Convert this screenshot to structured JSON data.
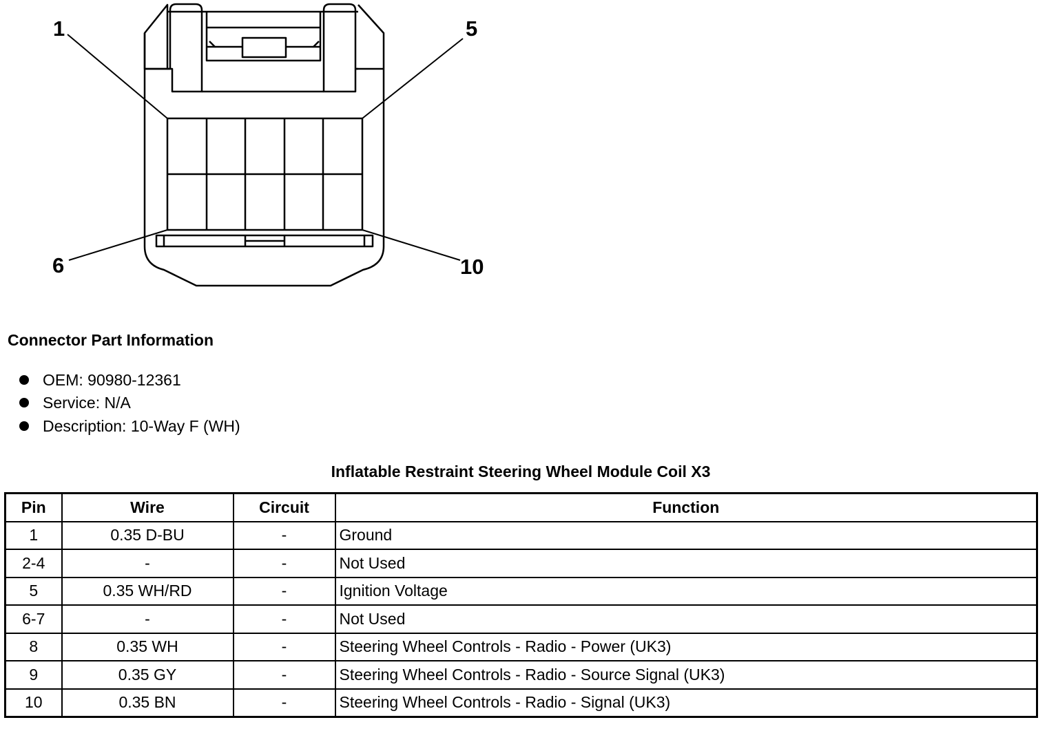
{
  "diagram": {
    "pin_labels": {
      "top_left": "1",
      "top_right": "5",
      "bottom_left": "6",
      "bottom_right": "10"
    }
  },
  "info": {
    "heading": "Connector Part Information",
    "items": [
      "OEM: 90980-12361",
      "Service: N/A",
      "Description: 10-Way F (WH)"
    ]
  },
  "table": {
    "title": "Inflatable Restraint Steering Wheel Module Coil X3",
    "headers": [
      "Pin",
      "Wire",
      "Circuit",
      "Function"
    ],
    "rows": [
      {
        "pin": "1",
        "wire": "0.35 D-BU",
        "circuit": "-",
        "function": "Ground"
      },
      {
        "pin": "2-4",
        "wire": "-",
        "circuit": "-",
        "function": "Not Used"
      },
      {
        "pin": "5",
        "wire": "0.35 WH/RD",
        "circuit": "-",
        "function": "Ignition Voltage"
      },
      {
        "pin": "6-7",
        "wire": "-",
        "circuit": "-",
        "function": "Not Used"
      },
      {
        "pin": "8",
        "wire": "0.35 WH",
        "circuit": "-",
        "function": "Steering Wheel Controls - Radio - Power (UK3)"
      },
      {
        "pin": "9",
        "wire": "0.35 GY",
        "circuit": "-",
        "function": "Steering Wheel Controls - Radio - Source Signal (UK3)"
      },
      {
        "pin": "10",
        "wire": "0.35 BN",
        "circuit": "-",
        "function": "Steering Wheel Controls - Radio - Signal (UK3)"
      }
    ]
  }
}
